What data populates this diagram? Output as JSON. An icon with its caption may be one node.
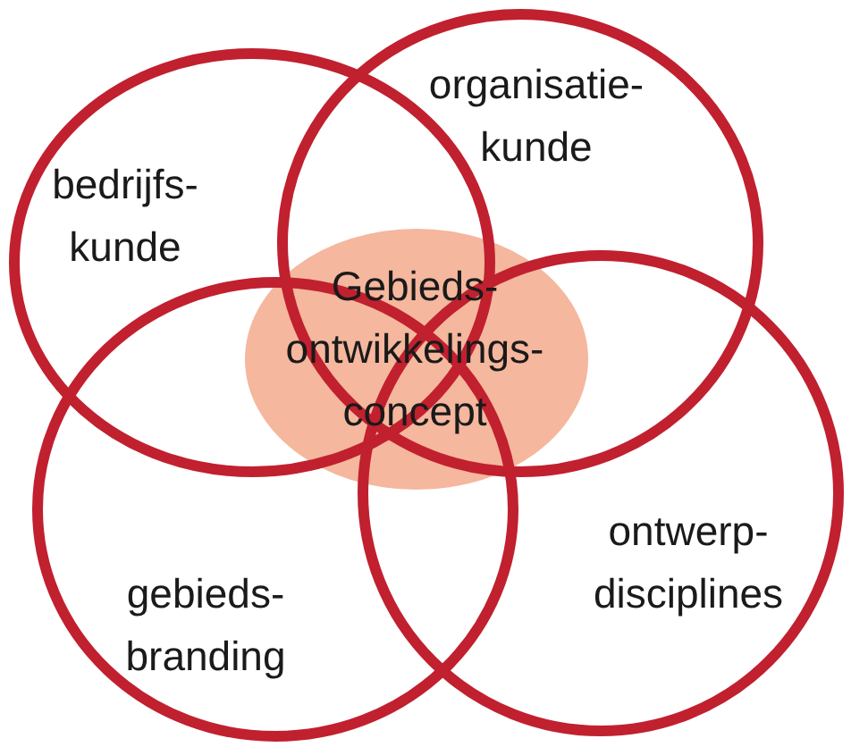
{
  "diagram": {
    "nodes": [
      {
        "text": [
          "bedrijfs- kunde"
        ]
      },
      {
        "text": [
          "organisatie- kunde"
        ]
      },
      {
        "text": [
          "gebieds- branding"
        ]
      },
      {
        "text": [
          "ontwerp- disciplines"
        ]
      },
      {
        "text": [
          "Gebieds- ontwikkelings- concept"
        ]
      }
    ]
  }
}
